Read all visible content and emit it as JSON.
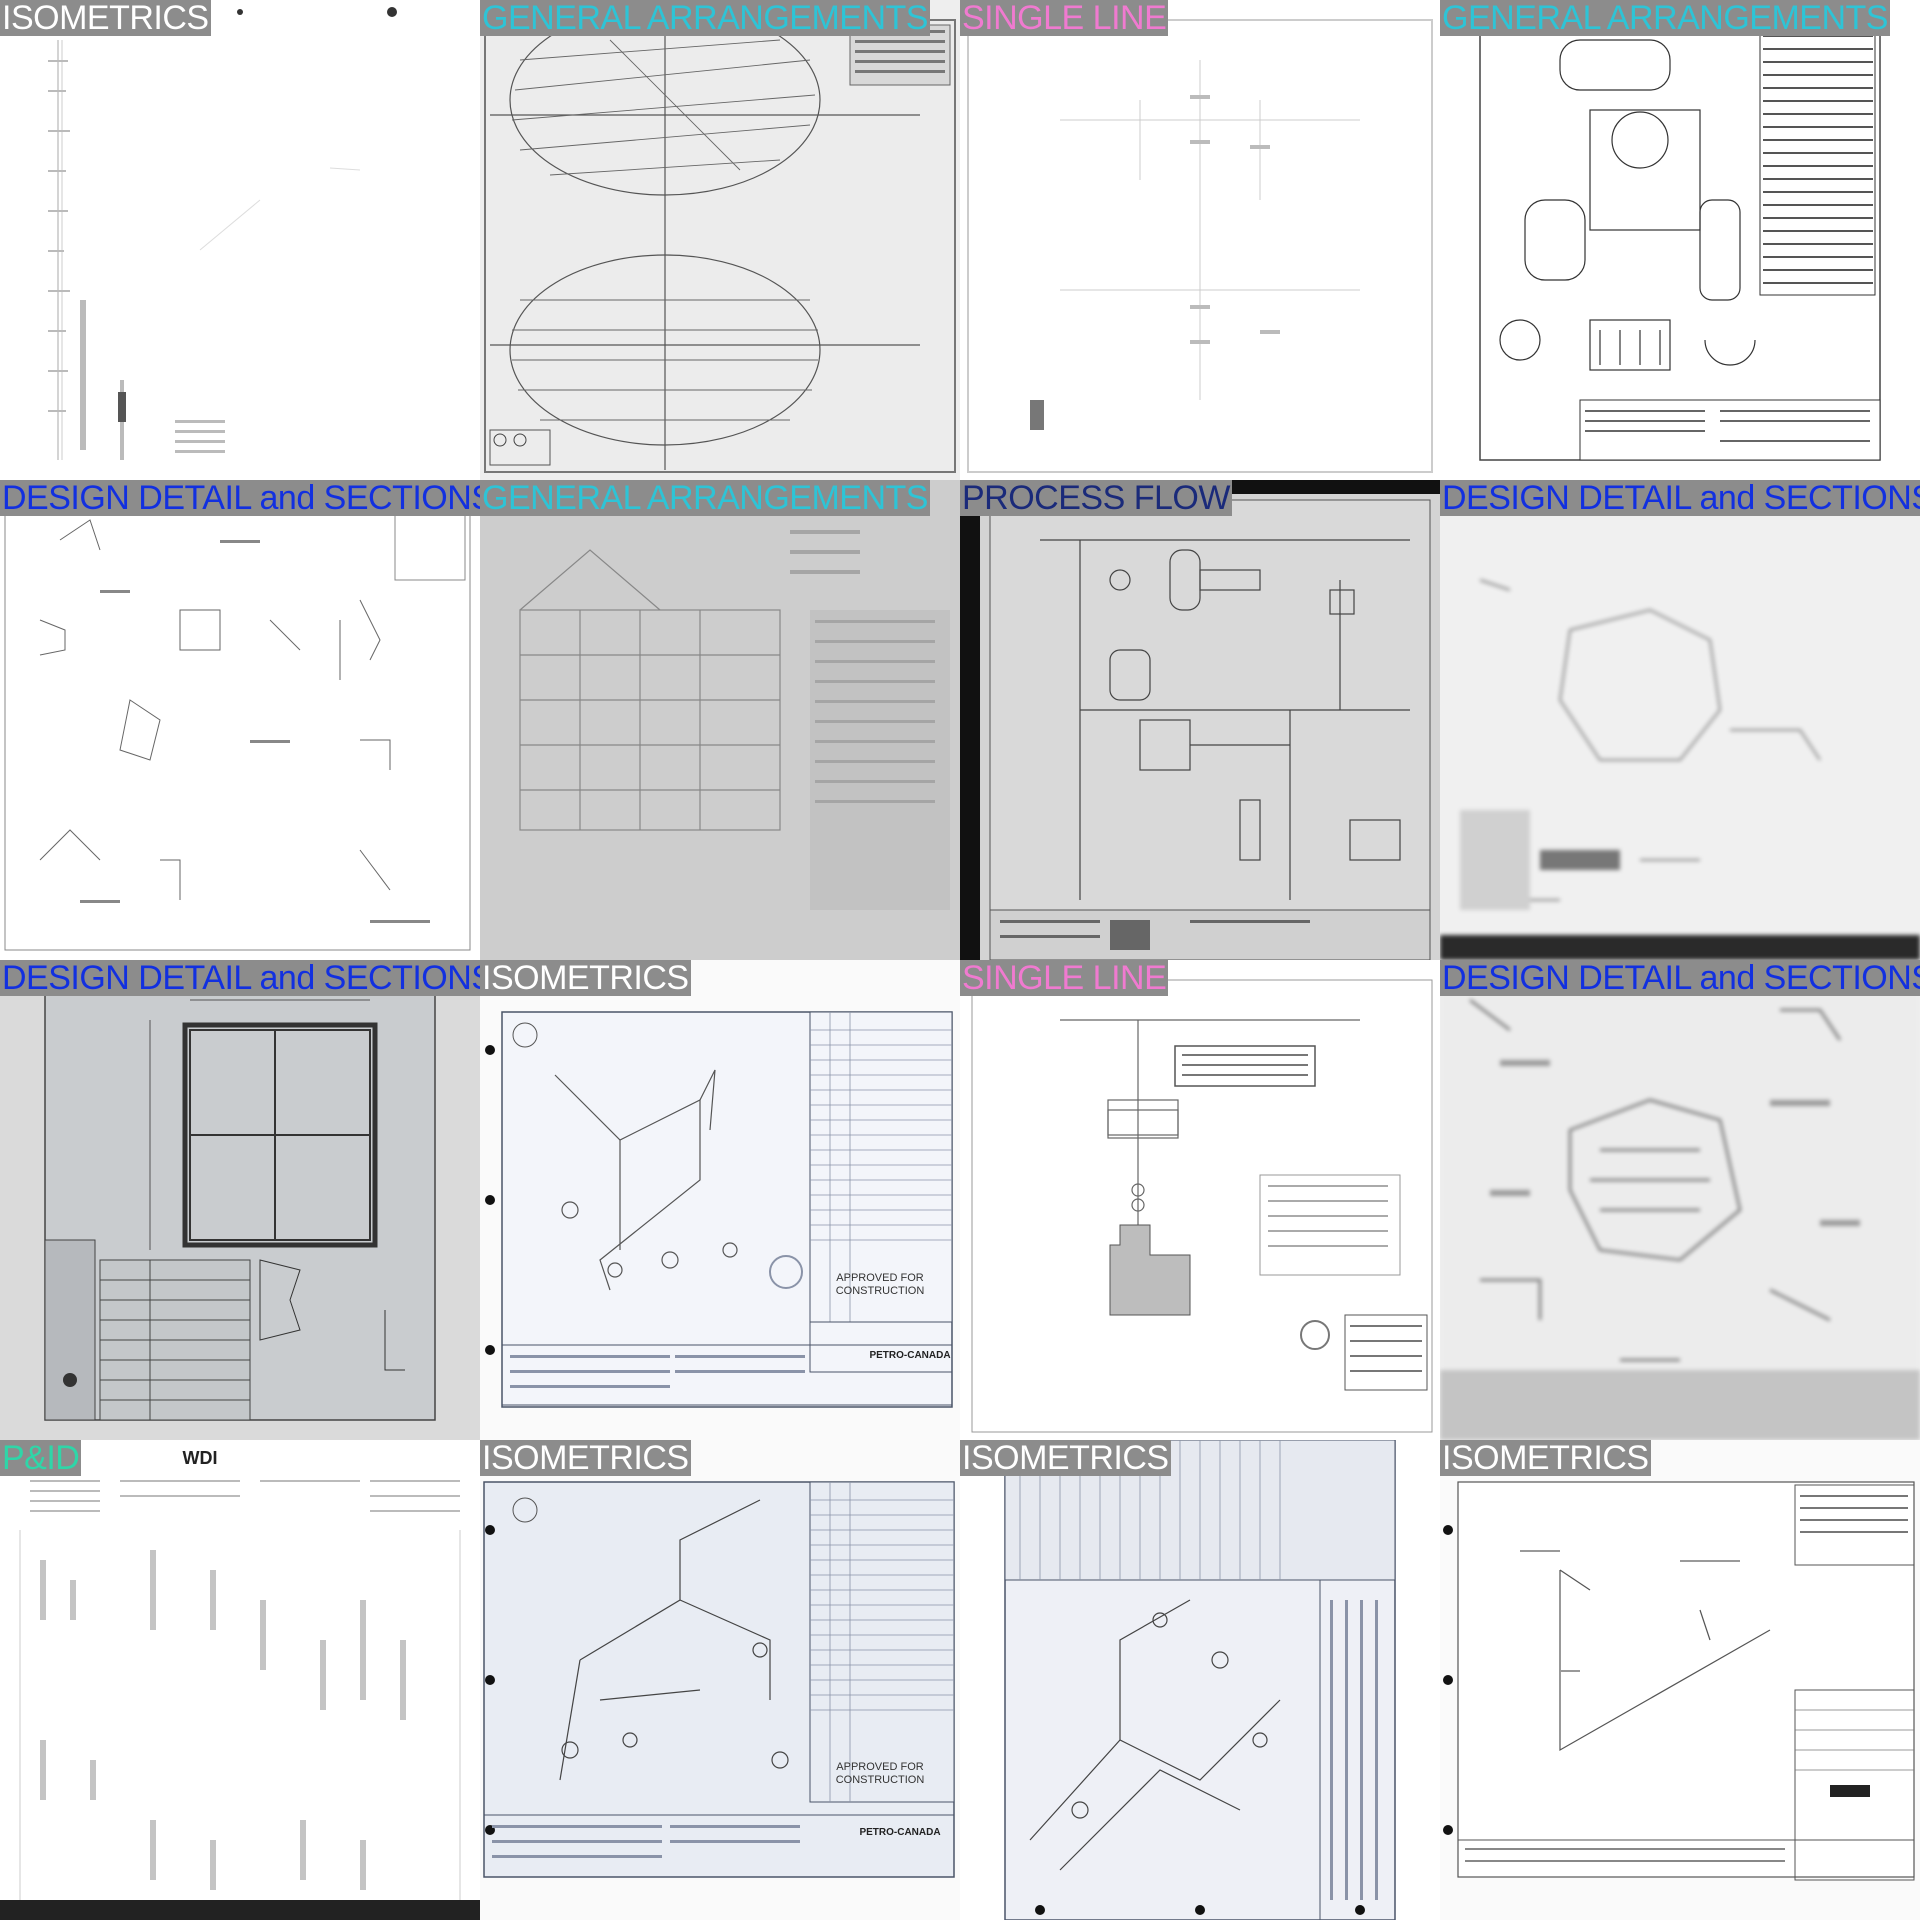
{
  "tiles": [
    {
      "label": "ISOMETRICS",
      "category_color": "#ffffff",
      "label_bg": "#8c8c8c"
    },
    {
      "label": "GENERAL ARRANGEMENTS",
      "category_color": "#2ec4d6",
      "label_bg": "#8c8c8c"
    },
    {
      "label": "SINGLE LINE",
      "category_color": "#f07ad0",
      "label_bg": "#8c8c8c"
    },
    {
      "label": "GENERAL ARRANGEMENTS",
      "category_color": "#2ec4d6",
      "label_bg": "#8c8c8c"
    },
    {
      "label": "DESIGN DETAIL and SECTIONS",
      "category_color": "#1230e0",
      "label_bg": "#8c8c8c"
    },
    {
      "label": "GENERAL ARRANGEMENTS",
      "category_color": "#2ec4d6",
      "label_bg": "#8c8c8c"
    },
    {
      "label": "PROCESS FLOW",
      "category_color": "#1a2a7a",
      "label_bg": "#8c8c8c"
    },
    {
      "label": "DESIGN DETAIL and SECTIONS",
      "category_color": "#1230e0",
      "label_bg": "#8c8c8c"
    },
    {
      "label": "DESIGN DETAIL and SECTIONS",
      "category_color": "#1230e0",
      "label_bg": "#8c8c8c"
    },
    {
      "label": "ISOMETRICS",
      "category_color": "#ffffff",
      "label_bg": "#8c8c8c"
    },
    {
      "label": "SINGLE LINE",
      "category_color": "#f07ad0",
      "label_bg": "#8c8c8c"
    },
    {
      "label": "DESIGN DETAIL and SECTIONS",
      "category_color": "#1230e0",
      "label_bg": "#8c8c8c"
    },
    {
      "label": "P&ID",
      "category_color": "#2fd6a8",
      "label_bg": "#8c8c8c"
    },
    {
      "label": "ISOMETRICS",
      "category_color": "#ffffff",
      "label_bg": "#8c8c8c"
    },
    {
      "label": "ISOMETRICS",
      "category_color": "#ffffff",
      "label_bg": "#8c8c8c"
    },
    {
      "label": "ISOMETRICS",
      "category_color": "#ffffff",
      "label_bg": "#8c8c8c"
    }
  ],
  "drawing_text": {
    "approved": "APPROVED FOR",
    "construction": "CONSTRUCTION",
    "petro": "PETRO-CANADA",
    "doc_mark": "WDI"
  }
}
